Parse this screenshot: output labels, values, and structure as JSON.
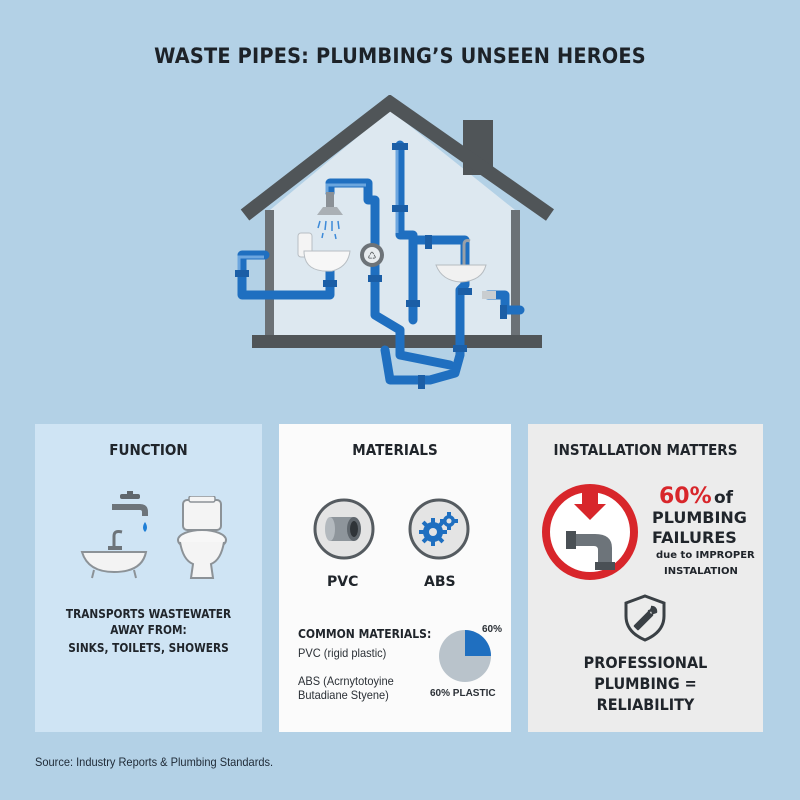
{
  "header": {
    "title": "WASTE PIPES: PLUMBING’S UNSEEN HEROES"
  },
  "illustration": {
    "gauge_label": "♺"
  },
  "function_card": {
    "title": "FUNCTION",
    "line1": "TRANSPORTS WASTEWATER",
    "line2": "AWAY FROM:",
    "line3": "SINKS, TOILETS, SHOWERS"
  },
  "materials_card": {
    "title": "MATERIALS",
    "pvc_label": "PVC",
    "abs_label": "ABS",
    "common_title": "COMMON MATERIALS:",
    "line_pvc": "PVC (rigid plastic)",
    "line_abs1": "ABS (Acrnytotoyine",
    "line_abs2": "Butadiane Styene)",
    "pie_top_label": "60%",
    "pie_bottom_label": "60% PLASTIC",
    "pie_value": 25
  },
  "installation_card": {
    "title": "INSTALLATION MATTERS",
    "percent": "60%",
    "of": "of",
    "line1": "PLUMBING",
    "line2": "FAILURES",
    "line3": "due to IMPROPER",
    "line4": "INSTALATION",
    "pro1": "PROFESSIONAL",
    "pro2": "PLUMBING =",
    "pro3": "RELIABILITY"
  },
  "footer": {
    "source": "Source: Industry Reports & Plumbing Standards."
  },
  "colors": {
    "background": "#b3d1e6",
    "pipe_blue": "#1f6fc0",
    "roof_gray": "#505558",
    "alert_red": "#d8262b"
  }
}
